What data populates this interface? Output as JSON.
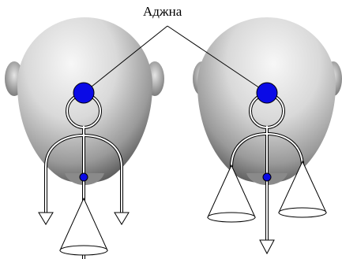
{
  "diagram": {
    "label": "Аджна"
  },
  "colors": {
    "background": "#ffffff",
    "head_light": "#f2f2f2",
    "head_dark": "#555555",
    "line": "#000000",
    "dot": "#0a0ae6"
  },
  "icons": [
    "head-back-left",
    "head-back-right",
    "ajna-point",
    "arrow-down",
    "cone"
  ]
}
